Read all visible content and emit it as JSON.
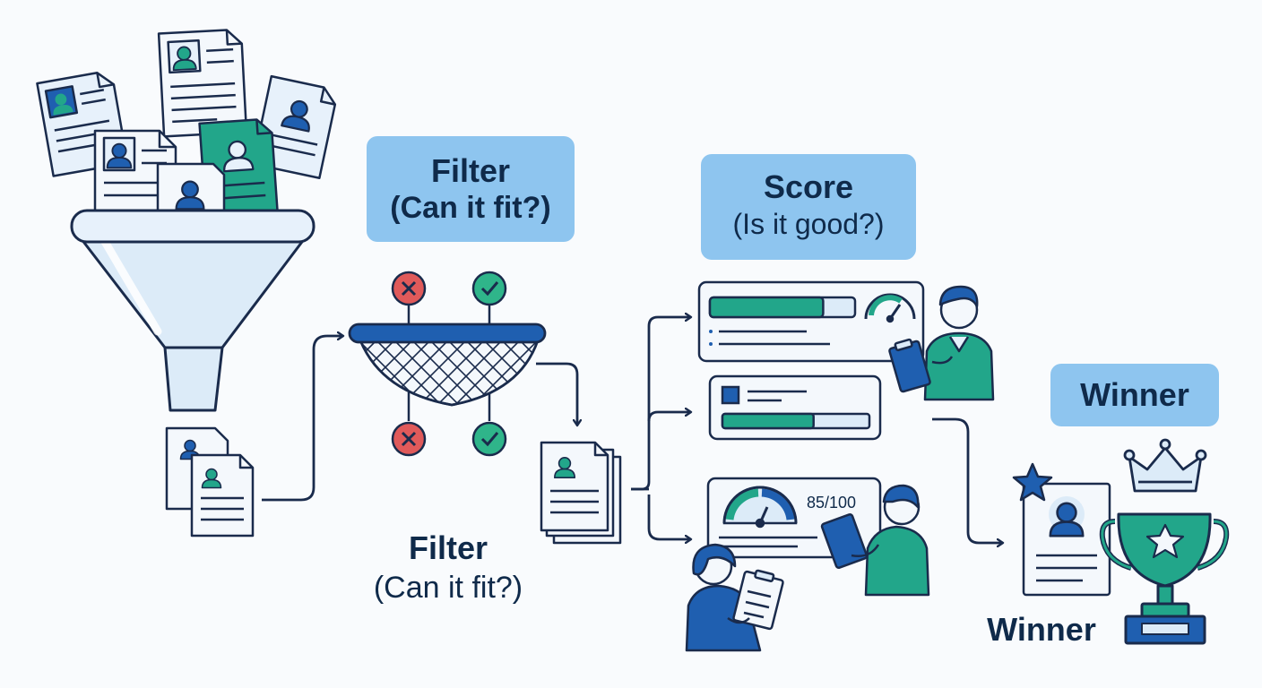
{
  "labels": {
    "filter_tag_title": "Filter",
    "filter_tag_sub": "(Can it fit?)",
    "score_tag_title": "Score",
    "score_tag_sub": "(Is it good?)",
    "winner_tag": "Winner",
    "filter_caption_title": "Filter",
    "filter_caption_sub": "(Can it fit?)",
    "winner_caption": "Winner",
    "score_readout": "85/100"
  },
  "scores": {
    "card_1_bar_fill": 0.78,
    "card_2_bar_fill": 0.62
  },
  "colors": {
    "navy": "#1a2b4c",
    "blue": "#1f5fb0",
    "teal": "#22a68a",
    "light_blue": "#8ec5ef",
    "pale_blue": "#e7f1fb",
    "red": "#e05a5a",
    "green": "#2fb58a"
  },
  "icons": [
    "funnel-icon",
    "resume-icon",
    "sieve-icon",
    "x-icon",
    "check-icon",
    "gauge-icon",
    "clipboard-icon",
    "tablet-icon",
    "star-icon",
    "crown-icon",
    "trophy-icon"
  ]
}
